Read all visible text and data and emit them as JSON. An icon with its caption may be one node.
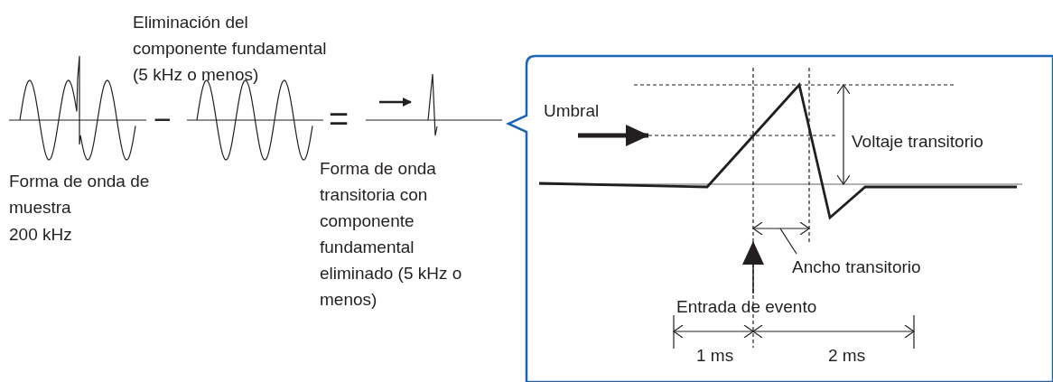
{
  "diagram": {
    "nodes": [
      {
        "text": [
          "Ancho transitorio"
        ]
      },
      {
        "text": [],
        "shape": "line"
      }
    ],
    "edges": [
      {
        "from": 0,
        "to": 1,
        "arrow": "none"
      }
    ],
    "labels": [
      "Eliminación del componente fundamental (5 kHz o menos)",
      "−",
      "=",
      "Umbral",
      "Voltaje transitorio",
      "Forma de onda de muestra",
      "200 kHz",
      "Forma de onda transitoria con componente fundamental eliminado (5 kHz o menos)",
      "Entrada de evento",
      "1 ms",
      "2 ms"
    ]
  }
}
